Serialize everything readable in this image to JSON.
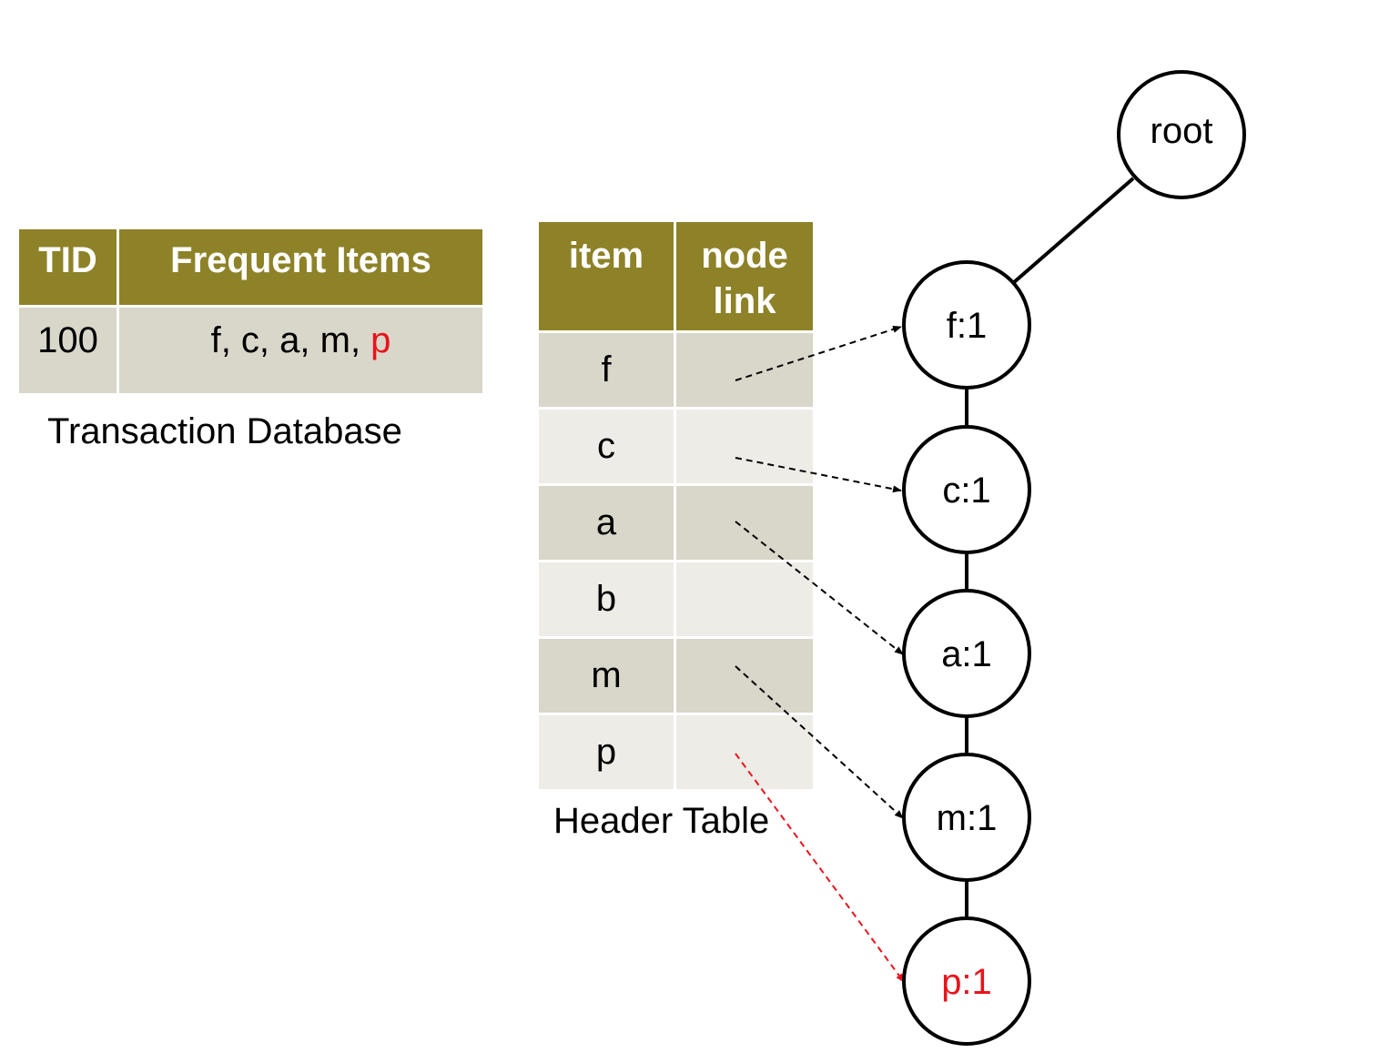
{
  "transaction_table": {
    "headers": {
      "tid": "TID",
      "items": "Frequent Items"
    },
    "row": {
      "tid": "100",
      "items_prefix": "f, c, a, m, ",
      "items_highlight": "p"
    },
    "caption": "Transaction Database"
  },
  "header_table": {
    "headers": {
      "item": "item",
      "link_line1": "node",
      "link_line2": "link"
    },
    "items": [
      "f",
      "c",
      "a",
      "b",
      "m",
      "p"
    ],
    "caption": "Header Table"
  },
  "tree": {
    "root": "root",
    "nodes": [
      "f:1",
      "c:1",
      "a:1",
      "m:1",
      "p:1"
    ]
  },
  "colors": {
    "header_fill": "#8e8229",
    "row_dark": "#d9d6ca",
    "row_light": "#edece7",
    "highlight": "#e8141c"
  }
}
